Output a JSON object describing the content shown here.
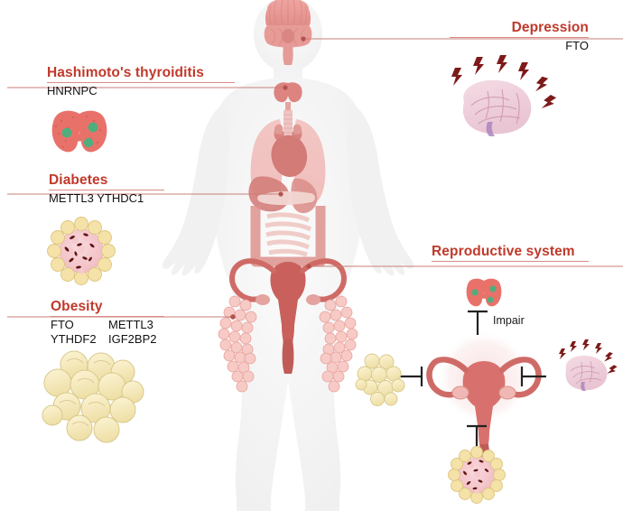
{
  "figure": {
    "title": "m6A regulators in female obesity-associated endocrine and reproductive disorders",
    "background_color": "#ffffff",
    "accent_color": "#c0392b",
    "rule_color": "#d98b86",
    "leader_line_color": "#c97f79",
    "body_color": "#f2f2f2",
    "organ_pink": "#e8a9a4",
    "organ_red": "#cf6b67",
    "fat_yellow": "#f5e6b0",
    "fat_pink": "#f0b4ae",
    "thyroid_red": "#e8726a",
    "nodule_green": "#4fae7d",
    "brain_pink": "#eec9d6",
    "bolt_red": "#7d1a1a",
    "arrow_color": "#222222"
  },
  "labels": {
    "hashimoto": {
      "title": "Hashimoto's  thyroiditis",
      "genes": "HNRNPC"
    },
    "diabetes": {
      "title": "Diabetes",
      "genes": "METTL3 YTHDC1"
    },
    "obesity": {
      "title": "Obesity",
      "genes": [
        "FTO",
        "METTL3",
        "YTHDF2",
        "IGF2BP2"
      ]
    },
    "depression": {
      "title": "Depression",
      "genes": "FTO"
    },
    "reproductive": {
      "title": "Reproductive system"
    },
    "impair": "Impair"
  },
  "icons": {
    "thyroid": "thyroid-gland-icon",
    "islet": "pancreatic-islet-icon",
    "adipocytes": "adipocyte-cluster-icon",
    "brain_lightning": "brain-with-lightning-icon",
    "uterus": "uterus-icon",
    "body": "female-body-anatomy-icon"
  },
  "relations": [
    {
      "from": "thyroid",
      "to": "uterus",
      "type": "inhibition",
      "label": "Impair"
    },
    {
      "from": "adipocytes",
      "to": "uterus",
      "type": "inhibition",
      "label": ""
    },
    {
      "from": "brain_lightning",
      "to": "uterus",
      "type": "inhibition",
      "label": ""
    },
    {
      "from": "islet",
      "to": "uterus",
      "type": "inhibition",
      "label": ""
    }
  ]
}
